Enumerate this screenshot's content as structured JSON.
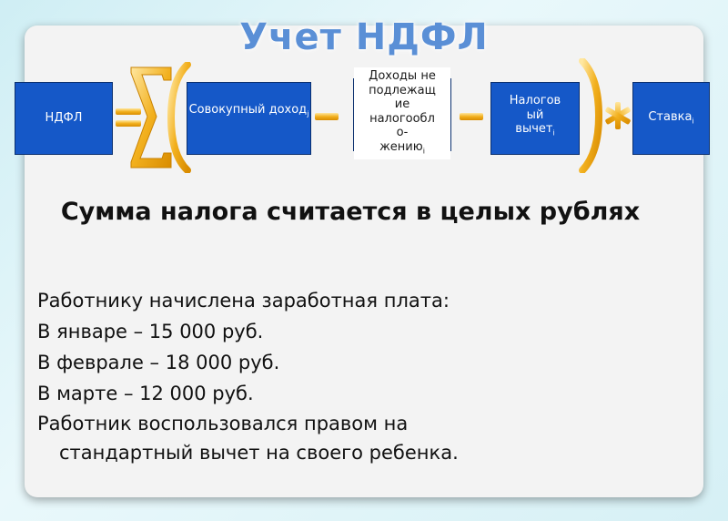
{
  "slide": {
    "title": "Учет НДФЛ",
    "formula": {
      "tax_box": "НДФЛ",
      "income_box": {
        "label": "Совокупный доход",
        "sub": "j"
      },
      "exempt_box": {
        "lines": [
          "Доходы не",
          "подлежащ",
          "ие",
          "налогообл",
          "о-",
          "жению"
        ],
        "sub": "i"
      },
      "deduction_box": {
        "lines": [
          "Налогов",
          "ый",
          "вычет"
        ],
        "sub": "i"
      },
      "rate_box": {
        "label": "Ставка",
        "sub": "i"
      },
      "operators": [
        "equals-icon",
        "sigma-icon",
        "open-bracket-icon",
        "minus-icon",
        "minus-icon",
        "close-bracket-icon",
        "multiply-icon"
      ],
      "operator_color": "#f2b01e"
    },
    "heading": "Сумма налога считается в целых рублях",
    "body_lines": [
      "Работнику начислена заработная плата:",
      "В январе – 15 000 руб.",
      "В феврале – 18 000 руб.",
      "В марте – 12 000 руб.",
      "Работник воспользовался правом на",
      "стандартный вычет на своего ребенка."
    ],
    "colors": {
      "box_fill": "#1558c8",
      "title": "#5a8fd6",
      "panel": "#f3f3f3"
    }
  }
}
